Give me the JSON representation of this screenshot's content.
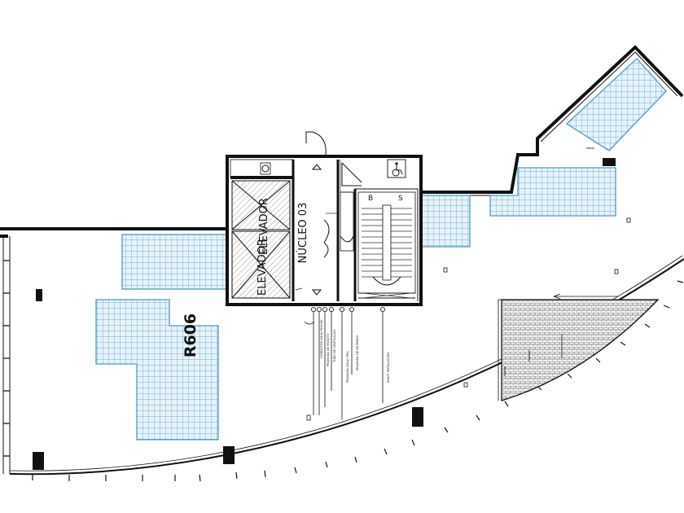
{
  "room_label": "R606",
  "core_label": "NÚCLEO 03",
  "elevator_labels": [
    "ELEVADOR",
    "ELEVADOR"
  ],
  "colors": {
    "wall": "#111111",
    "blue_grid": "#4a9cc4",
    "blue_fill": "#e7f2f8",
    "hatch": "#2a2a2a"
  }
}
